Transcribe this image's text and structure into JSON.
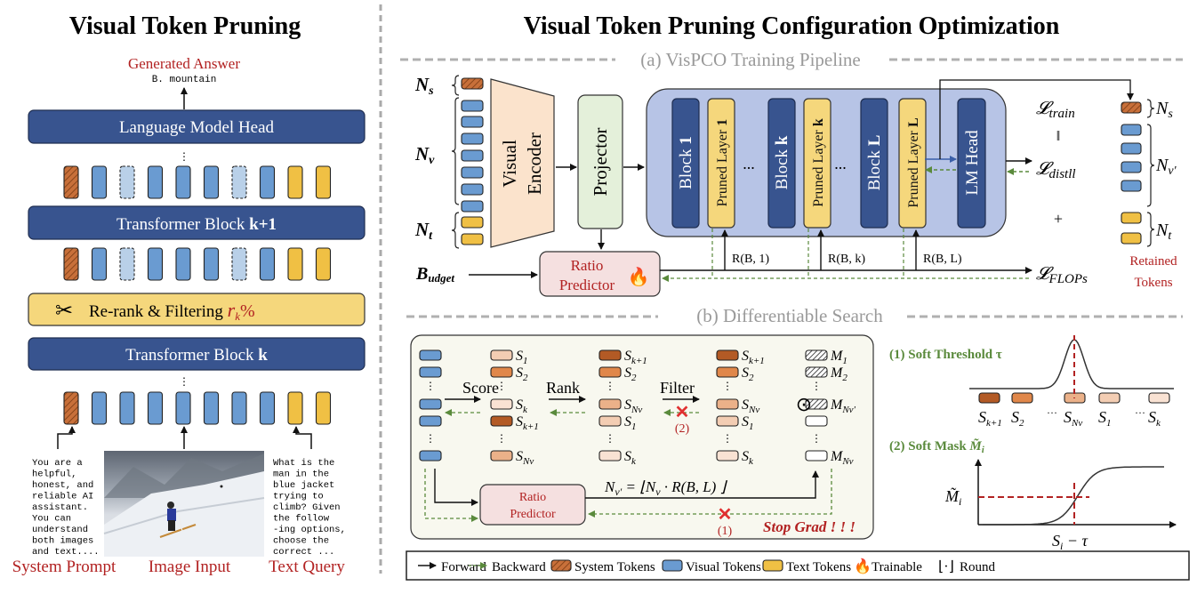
{
  "left_panel": {
    "title": "Visual Token Pruning",
    "generated_answer_label": "Generated Answer",
    "generated_answer_value": "B. mountain",
    "lm_head_label": "Language Model Head",
    "block_k1_prefix": "Transformer Block ",
    "block_k1_suffix": "k+1",
    "rerank_label": "Re-rank & Filtering ",
    "rerank_var": "r",
    "rerank_sub": "k",
    "rerank_pct": "%",
    "block_k_prefix": "Transformer Block ",
    "block_k_suffix": "k",
    "system_prompt_lines": [
      "You are a",
      "helpful,",
      "honest, and",
      "reliable AI",
      "assistant.",
      "You can",
      "understand",
      "both images",
      "and text...."
    ],
    "text_query_lines": [
      "What is the",
      "man in the",
      "blue jacket",
      "trying to",
      "climb? Given",
      "the follow",
      "-ing options,",
      "choose the",
      "correct ..."
    ],
    "captions": {
      "system_prompt": "System Prompt",
      "image_input": "Image Input",
      "text_query": "Text Query"
    },
    "token_rows": {
      "top": [
        "system",
        "visual",
        "pruned",
        "visual",
        "visual",
        "visual",
        "pruned",
        "visual",
        "text",
        "text"
      ],
      "middle": [
        "system",
        "visual",
        "pruned",
        "visual",
        "visual",
        "visual",
        "pruned",
        "visual",
        "text",
        "text"
      ],
      "bottom": [
        "system",
        "visual",
        "visual",
        "visual",
        "visual",
        "visual",
        "visual",
        "visual",
        "text",
        "text"
      ]
    }
  },
  "right_panel": {
    "title": "Visual Token Pruning Configuration Optimization",
    "section_a_title": "(a) VisPCO Training Pipeline",
    "section_b_title": "(b) Differentiable Search",
    "pipeline": {
      "ns_label": "N",
      "ns_sub": "s",
      "nv_label": "N",
      "nv_sub": "v",
      "nt_label": "N",
      "nt_sub": "t",
      "visual_encoder_line1": "Visual",
      "visual_encoder_line2": "Encoder",
      "projector": "Projector",
      "blocks": [
        {
          "label": "Block ",
          "bold": "1",
          "type": "block"
        },
        {
          "label": "Pruned Layer ",
          "bold": "1",
          "type": "pruned"
        },
        {
          "label": "Block ",
          "bold": "k",
          "type": "block"
        },
        {
          "label": "Pruned Layer ",
          "bold": "k",
          "type": "pruned"
        },
        {
          "label": "Block ",
          "bold": "L",
          "type": "block"
        },
        {
          "label": "Pruned Layer ",
          "bold": "L",
          "type": "pruned"
        }
      ],
      "ellipsis": "...",
      "lm_head": "LM Head",
      "budget_label": "B",
      "budget_sub": "udget",
      "ratio_predictor_line1": "Ratio",
      "ratio_predictor_line2": "Predictor",
      "trainable_icon": "🔥",
      "ratios": [
        "R(B, 1)",
        "R(B, k)",
        "R(B, L)"
      ],
      "loss_train": "train",
      "loss_equals": "=",
      "loss_distill": "distll",
      "loss_plus": "+",
      "loss_flops": "FLOPs",
      "loss_symbol": "𝓛",
      "retained_ns_sub": "s",
      "retained_nv_sub": "v'",
      "retained_nt_sub": "t",
      "retained_line1": "Retained",
      "retained_line2": "Tokens"
    },
    "search": {
      "score_label": "Score",
      "rank_label": "Rank",
      "filter_label": "Filter",
      "col2": [
        {
          "sym": "S",
          "sub": "1",
          "shade": "light"
        },
        {
          "sym": "S",
          "sub": "2",
          "shade": "mid"
        },
        {
          "sym": "S",
          "sub": "k",
          "shade": "lightest"
        },
        {
          "sym": "S",
          "sub": "k+1",
          "shade": "dark"
        },
        {
          "sym": "S",
          "sub": "Nν",
          "shade": "medium"
        }
      ],
      "col3": [
        {
          "sym": "S",
          "sub": "k+1",
          "shade": "dark"
        },
        {
          "sym": "S",
          "sub": "2",
          "shade": "mid"
        },
        {
          "sym": "S",
          "sub": "Nν",
          "shade": "medium"
        },
        {
          "sym": "S",
          "sub": "1",
          "shade": "light"
        },
        {
          "sym": "S",
          "sub": "k",
          "shade": "lightest"
        }
      ],
      "col5": [
        {
          "sym": "M",
          "sub": "1"
        },
        {
          "sym": "M",
          "sub": "2"
        },
        {
          "sym": "M",
          "sub": "Nν'"
        },
        {
          "sym": "",
          "sub": ""
        },
        {
          "sym": "M",
          "sub": "Nν"
        }
      ],
      "odot": "⊙",
      "formula": "N",
      "formula_sub": "ν'",
      "formula_rest": " = ⌊N",
      "formula_sub2": "ν",
      "formula_rest2": " · R(B, L) ⌋",
      "stop_1": "(1)",
      "stop_2": "(2)",
      "stop_grad": "Stop Grad ! ! !",
      "ratio_predictor_line1": "Ratio",
      "ratio_predictor_line2": "Predictor"
    },
    "soft": {
      "threshold_title": "(1) Soft Threshold τ",
      "mask_title_prefix": "(2) Soft Mask ",
      "mask_symbol": "M̃",
      "mask_sub": "i",
      "tokens": [
        {
          "sub": "k+1",
          "shade": "dark"
        },
        {
          "sub": "2",
          "shade": "mid"
        },
        {
          "sub": "Nν",
          "shade": "medium"
        },
        {
          "sub": "1",
          "shade": "light"
        },
        {
          "sub": "k",
          "shade": "lightest"
        }
      ],
      "ellipsis": "···",
      "x_axis_label": "S",
      "x_axis_sub": "i",
      "x_axis_rest": " − τ",
      "y_axis_label": "M̃",
      "y_axis_sub": "i"
    },
    "legend": [
      {
        "kind": "forward",
        "label": "Forward"
      },
      {
        "kind": "backward",
        "label": "Backward"
      },
      {
        "kind": "system",
        "label": "System Tokens"
      },
      {
        "kind": "visual",
        "label": "Visual Tokens"
      },
      {
        "kind": "text",
        "label": "Text Tokens"
      },
      {
        "kind": "trainable",
        "label": "Trainable",
        "icon": "🔥"
      },
      {
        "kind": "round",
        "label": "Round",
        "icon": "⌊·⌋"
      }
    ]
  },
  "colors": {
    "block_blue": "#38548f",
    "visual_token": "#6a9bd1",
    "pruned_token": "#b9d0e8",
    "text_token": "#f0c044",
    "system_token": "#c8703a",
    "pruned_layer": "#f5d77c",
    "lm_container": "#b7c4e6",
    "encoder": "#fbe3cc",
    "projector": "#e4f0da",
    "ratio_predictor": "#f5e0e0",
    "search_bg": "#f8f8ef",
    "accent_red": "#b22222",
    "backward_green": "#5a8a3c",
    "shade_dark": "#b35a25",
    "shade_mid": "#e0874a",
    "shade_medium": "#ebb189",
    "shade_light": "#f3cdb3",
    "shade_lightest": "#f9e2d3"
  }
}
